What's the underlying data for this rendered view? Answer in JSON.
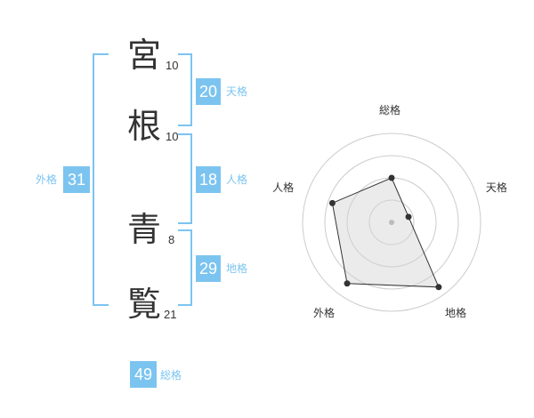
{
  "characters": [
    {
      "char": "宮",
      "strokes": "10"
    },
    {
      "char": "根",
      "strokes": "10"
    },
    {
      "char": "青",
      "strokes": "8"
    },
    {
      "char": "覧",
      "strokes": "21"
    }
  ],
  "fortunes": {
    "tenkaku": {
      "value": "20",
      "label": "天格"
    },
    "jinkaku": {
      "value": "18",
      "label": "人格"
    },
    "chikaku": {
      "value": "29",
      "label": "地格"
    },
    "gaikaku": {
      "value": "31",
      "label": "外格"
    },
    "soukaku": {
      "value": "49",
      "label": "総格"
    }
  },
  "colors": {
    "accent": "#7cc4f0",
    "text": "#333333",
    "grid": "#cccccc"
  },
  "chart_data": {
    "type": "radar",
    "axes": [
      "総格",
      "天格",
      "地格",
      "外格",
      "人格"
    ],
    "values": [
      0.5,
      0.2,
      0.9,
      0.85,
      0.7
    ],
    "rings": 4,
    "max": 1
  }
}
